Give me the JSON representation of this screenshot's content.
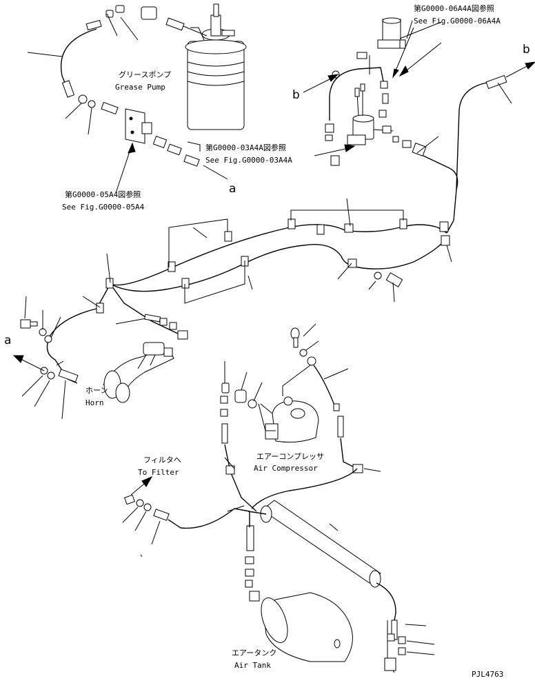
{
  "labels": {
    "grease_pump_jp": "グリースポンプ",
    "grease_pump_en": "Grease Pump",
    "ref_06a4a_jp": "第G0000-06A4A図参照",
    "ref_06a4a_en": "See Fig.G0000-06A4A",
    "ref_03a4a_jp": "第G0000-03A4A図参照",
    "ref_03a4a_en": "See Fig.G0000-03A4A",
    "ref_05a4_jp": "第G0000-05A4図参照",
    "ref_05a4_en": "See Fig.G0000-05A4",
    "horn_jp": "ホーン",
    "horn_en": "Horn",
    "air_compressor_jp": "エアーコンプレッサ",
    "air_compressor_en": "Air Compressor",
    "to_filter_jp": "フィルタへ",
    "to_filter_en": "To Filter",
    "air_tank_jp": "エアータンク",
    "air_tank_en": "Air Tank",
    "drawing_no": "PJL4763"
  },
  "callouts": {
    "a_top": "a",
    "a_left": "a",
    "b_left": "b",
    "b_right": "b"
  }
}
